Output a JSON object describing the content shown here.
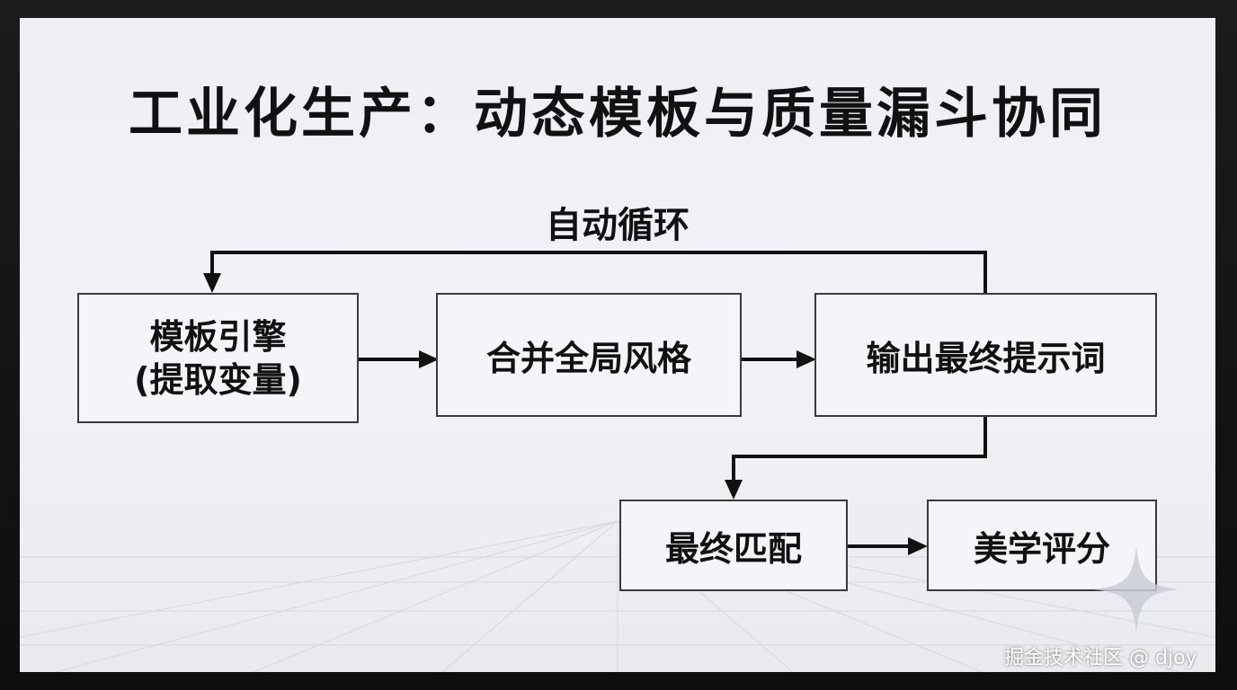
{
  "title": "工业化生产：动态模板与质量漏斗协同",
  "loop_label": "自动循环",
  "nodes": {
    "template_engine": "模板引擎\n(提取变量)",
    "merge_style": "合并全局风格",
    "output_prompt": "输出最终提示词",
    "final_match": "最终匹配",
    "aesthetic_score": "美学评分"
  },
  "watermark": "掘金技术社区 @ djoy",
  "colors": {
    "line": "#111111",
    "box_border": "#3a3a3a",
    "screen_bg": "#eef0f5",
    "bezel": "#141414"
  },
  "icons": [
    "sparkle-icon"
  ]
}
